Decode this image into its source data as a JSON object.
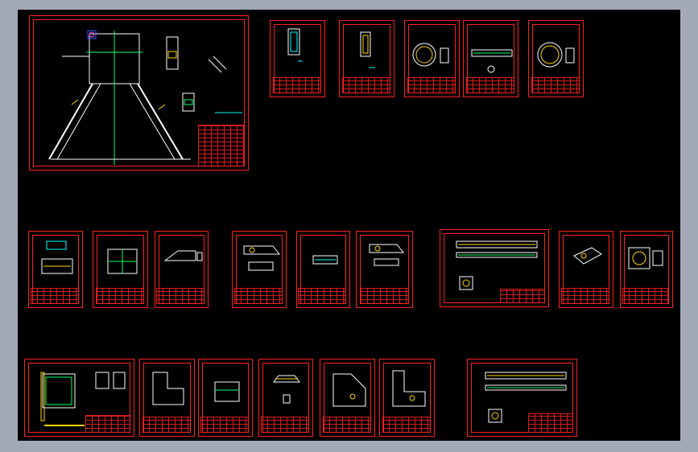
{
  "viewport": {
    "background": "#000000"
  },
  "colors": {
    "frame": "#ff2020",
    "geometry_white": "#ffffff",
    "geometry_yellow": "#ffd400",
    "geometry_green": "#00ff66",
    "geometry_cyan": "#00ffff",
    "geometry_blue": "#2a5cff",
    "geometry_magenta": "#ff40ff"
  },
  "sheets": [
    {
      "id": "assembly-main"
    },
    {
      "id": "top-1"
    },
    {
      "id": "top-2"
    },
    {
      "id": "top-3"
    },
    {
      "id": "top-4"
    },
    {
      "id": "top-5"
    },
    {
      "id": "mid-1"
    },
    {
      "id": "mid-2"
    },
    {
      "id": "mid-3"
    },
    {
      "id": "mid-4"
    },
    {
      "id": "mid-5"
    },
    {
      "id": "mid-6"
    },
    {
      "id": "mid-7-shaft"
    },
    {
      "id": "mid-8"
    },
    {
      "id": "mid-9"
    },
    {
      "id": "bot-1-assembly"
    },
    {
      "id": "bot-2"
    },
    {
      "id": "bot-3"
    },
    {
      "id": "bot-4"
    },
    {
      "id": "bot-5"
    },
    {
      "id": "bot-6"
    },
    {
      "id": "bot-7-shaft"
    }
  ]
}
